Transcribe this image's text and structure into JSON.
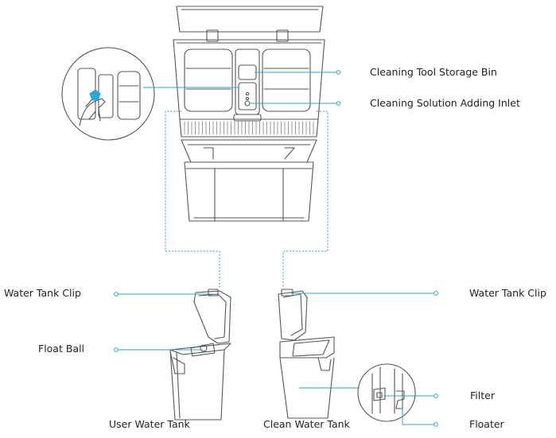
{
  "labels": {
    "cleaning_tool_storage_bin": "Cleaning Tool Storage Bin",
    "cleaning_solution_adding_inlet": "Cleaning Solution Adding Inlet",
    "water_tank_clip_left": "Water Tank Clip",
    "water_tank_clip_right": "Water Tank Clip",
    "float_ball": "Float Ball",
    "filter": "Filter",
    "floater": "Floater",
    "user_water_tank": "User Water Tank",
    "clean_water_tank": "Clean Water Tank"
  },
  "colors": {
    "line_art": "#555555",
    "leader": "#2aa7d6",
    "text": "#222222"
  }
}
